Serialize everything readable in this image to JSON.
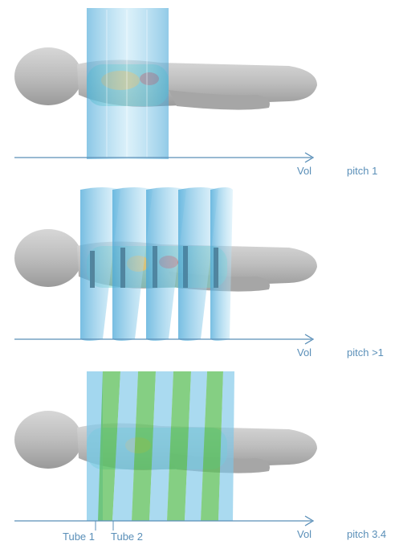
{
  "colors": {
    "axis": "#5a8fb8",
    "label": "#5a8fb8",
    "beam_blue": "#7cc6e8",
    "beam_blue_edge": "#4aa8d8",
    "beam_green": "#5cbf5a",
    "body": "#b9b9b9",
    "organs_teal": "#6fd3c8"
  },
  "panels": [
    {
      "axis_label": "Vol",
      "pitch_label": "pitch 1"
    },
    {
      "axis_label": "Vol",
      "pitch_label": "pitch >1"
    },
    {
      "axis_label": "Vol",
      "pitch_label": "pitch 3.4",
      "tube1_label": "Tube 1",
      "tube2_label": "Tube 2"
    }
  ]
}
